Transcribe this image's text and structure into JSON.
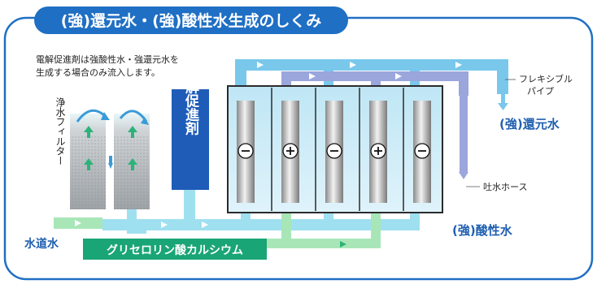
{
  "title": "(強)還元水・(強)酸性水生成のしくみ",
  "note_lines": [
    "電解促進剤は強酸性水・強還元水を",
    "生成する場合のみ流入します。"
  ],
  "filter_label": "浄水フィルター",
  "electrolyte_label": "電解促進剤",
  "flexible_pipe_lines": [
    "フレキシブル",
    "パイプ"
  ],
  "reduced_water": "(強)還元水",
  "drain_hose": "吐水ホース",
  "acidic_water": "(強)酸性水",
  "tap_water": "水道水",
  "glycerin_label": "グリセロリン酸カルシウム",
  "electrodes": [
    {
      "symbol": "⊖",
      "polarity": "negative"
    },
    {
      "symbol": "⊕",
      "polarity": "positive"
    },
    {
      "symbol": "⊖",
      "polarity": "negative"
    },
    {
      "symbol": "⊕",
      "polarity": "positive"
    },
    {
      "symbol": "⊖",
      "polarity": "negative"
    }
  ],
  "colors": {
    "frame": "#1f6fc4",
    "title_bg": "#1f6fc4",
    "electrolyte_bg": "#1f5cb8",
    "glycerin_bg": "#1aa576",
    "reduced_pipe": "#79c8ec",
    "acidic_pipe": "#9aa6dc",
    "supply_pipe": "#9fe0f0",
    "green_pipe": "#a8e6b8",
    "label_blue": "#1f5fb0"
  },
  "icons": [
    "flow-arrow-icon",
    "minus-electrode-icon",
    "plus-electrode-icon"
  ]
}
